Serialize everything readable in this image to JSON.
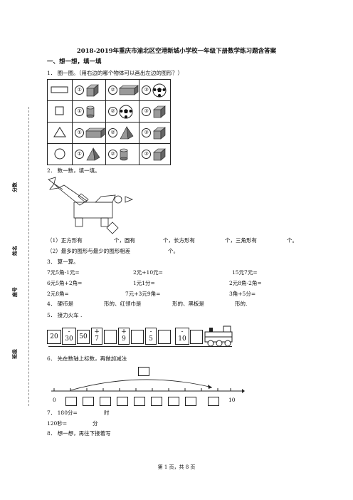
{
  "title": "2018-2019年重庆市渝北区空港新城小学校一年级下册数学练习题含答案",
  "section1": "一、想一想，填一填",
  "q1": "1．  圈一圈。（用右边的哪个物体可以画出左边的图形？）",
  "circled": [
    "①",
    "②",
    "③",
    "①",
    "②",
    "③",
    "①",
    "②",
    "③",
    "①",
    "②",
    "③"
  ],
  "q2": "2．  数一数，填一填。",
  "q2_line1_a": "（1）正方形有",
  "q2_line1_b": "个，圆有",
  "q2_line1_c": "个，长方形有",
  "q2_line1_d": "个，三角形有",
  "q2_line1_e": "个。",
  "q2_line2_a": "（2）最多的图形与最少的图形相差",
  "q2_line2_b": "个。",
  "q3": "3．  算一算。",
  "calc": [
    [
      "7元5角-1元=",
      "2元+10元=",
      "15元7元="
    ],
    [
      "6元5角+2角=",
      "1元1分=",
      "2元8角-2角="
    ],
    [
      "2元8角=",
      "7元+3元9角=",
      "3角+5分="
    ]
  ],
  "q4_a": "4．  硬币是",
  "q4_b": "形的、红领巾是",
  "q4_c": "形的、黑板是",
  "q4_d": "形的.",
  "q5": "5．  接力火车 .",
  "train": [
    "20",
    "-",
    "30",
    "50",
    "+",
    "7",
    "+",
    "9",
    "-",
    "5",
    "-",
    "10"
  ],
  "q6": "6．  先在数轴上标数，再做加减法",
  "numberline": {
    "start": "0",
    "end": "10"
  },
  "q7": "7．  180分=",
  "q7_unit": "时",
  "q7b": "120秒=",
  "q7b_unit": "分",
  "q8": "8．  想一想，再往下接着写",
  "side_labels": [
    "分数",
    "姓名",
    "座号",
    "班级"
  ],
  "footer": "第 1 页，共 8 页"
}
